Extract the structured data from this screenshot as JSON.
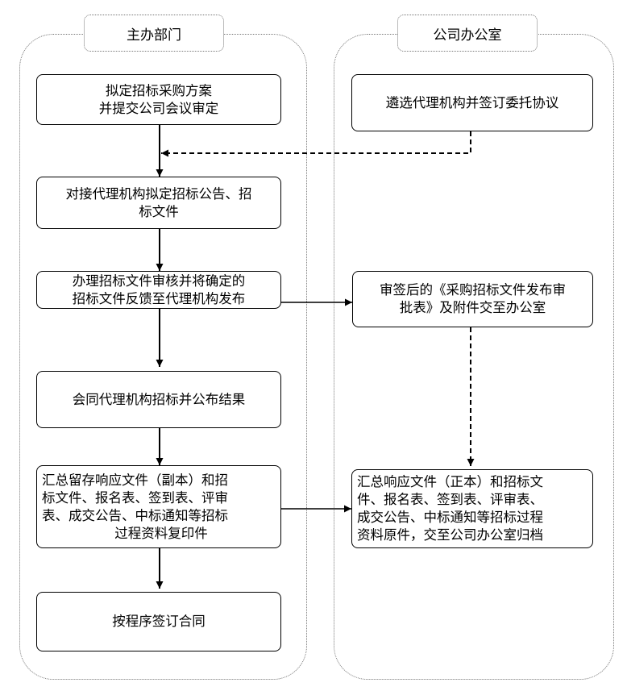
{
  "lanes": {
    "left": {
      "title": "主办部门"
    },
    "right": {
      "title": "公司办公室"
    }
  },
  "boxes": {
    "plan": [
      "拟定招标采购方案",
      "并提交公司会议审定"
    ],
    "docking": [
      "对接代理机构拟定招标公告、招",
      "标文件"
    ],
    "review": [
      "办理招标文件审核并将确定的",
      "招标文件反馈至代理机构发布"
    ],
    "bidding": [
      "会同代理机构招标并公布结果"
    ],
    "summary_copy": [
      "汇总留存响应文件（副本）和招",
      "标文件、报名表、签到表、评审",
      "表、成交公告、中标通知等招标",
      "过程资料复印件"
    ],
    "contract": [
      "按程序签订合同"
    ],
    "select_agent": [
      "遴选代理机构并签订委托协议"
    ],
    "approval_form": [
      "审签后的《采购招标文件发布审",
      "批表》及附件交至办公室"
    ],
    "summary_original": [
      "汇总响应文件（正本）和招标文",
      "件、报名表、签到表、评审表、",
      "成交公告、中标通知等招标过程",
      "资料原件，交至公司办公室归档"
    ]
  }
}
